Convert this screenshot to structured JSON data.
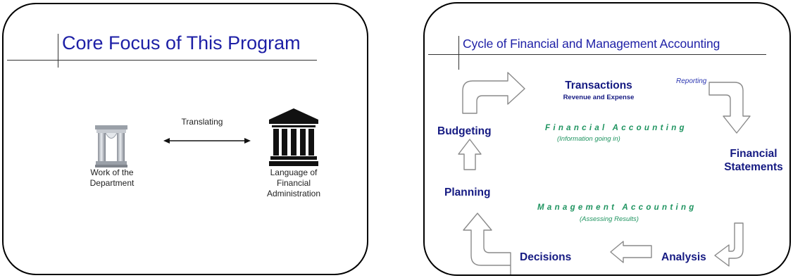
{
  "slide1": {
    "title": "Core Focus of This Program",
    "arrow_label": "Translating",
    "left_caption": [
      "Work of the",
      "Department"
    ],
    "right_caption": [
      "Language of",
      "Financial",
      "Administration"
    ]
  },
  "slide2": {
    "title": "Cycle of Financial and Management Accounting",
    "transactions": "Transactions",
    "transactions_sub": "Revenue and Expense",
    "reporting": "Reporting",
    "financial_accounting": "Financial Accounting",
    "financial_accounting_sub": "(Information going in)",
    "financial_statements": [
      "Financial",
      "Statements"
    ],
    "budgeting": "Budgeting",
    "planning": "Planning",
    "management_accounting": "Management Accounting",
    "management_accounting_sub": "(Assessing Results)",
    "analysis": "Analysis",
    "decisions": "Decisions"
  },
  "colors": {
    "title_blue": "#1d1fa6",
    "node_navy": "#151a82",
    "accounting_green": "#1f9460"
  },
  "icons": [
    "ionic-columns-icon",
    "double-arrow-icon",
    "classical-building-icon",
    "cycle-arrow-icon"
  ]
}
